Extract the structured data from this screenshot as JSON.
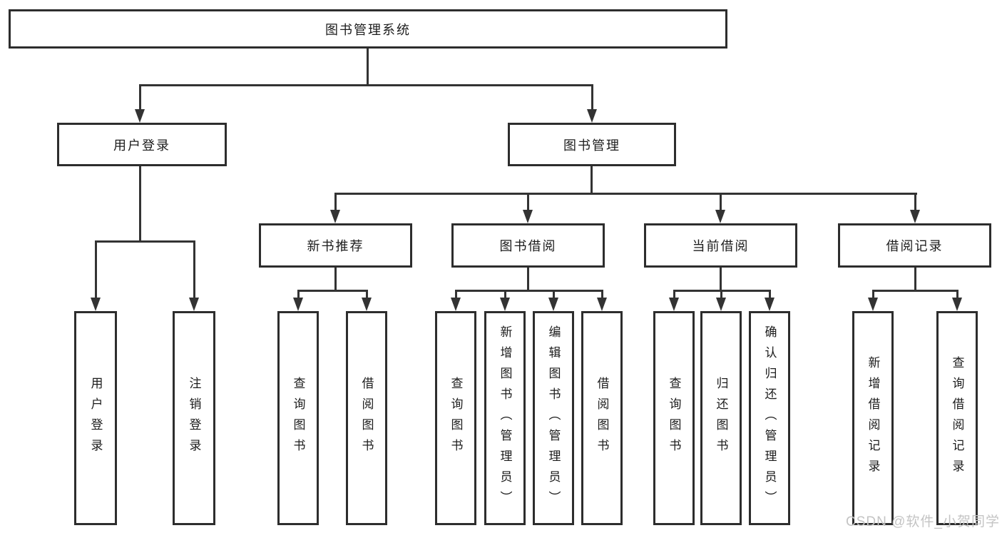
{
  "tree": {
    "label": "图书管理系统",
    "children": [
      {
        "label": "用户登录",
        "children": [
          {
            "label": "用户登录"
          },
          {
            "label": "注销登录"
          }
        ]
      },
      {
        "label": "图书管理",
        "children": [
          {
            "label": "新书推荐",
            "children": [
              {
                "label": "查询图书"
              },
              {
                "label": "借阅图书"
              }
            ]
          },
          {
            "label": "图书借阅",
            "children": [
              {
                "label": "查询图书"
              },
              {
                "label": "新增图书（管理员）"
              },
              {
                "label": "编辑图书（管理员）"
              },
              {
                "label": "借阅图书"
              }
            ]
          },
          {
            "label": "当前借阅",
            "children": [
              {
                "label": "查询图书"
              },
              {
                "label": "归还图书"
              },
              {
                "label": "确认归还（管理员）"
              }
            ]
          },
          {
            "label": "借阅记录",
            "children": [
              {
                "label": "新增借阅记录"
              },
              {
                "label": "查询借阅记录"
              }
            ]
          }
        ]
      }
    ]
  },
  "watermark": "CSDN @软件_小贺同学",
  "colors": {
    "line": "#333333",
    "box_border": "#2d2d2d",
    "background": "#ffffff",
    "watermark_text": "#c4c4c4"
  }
}
